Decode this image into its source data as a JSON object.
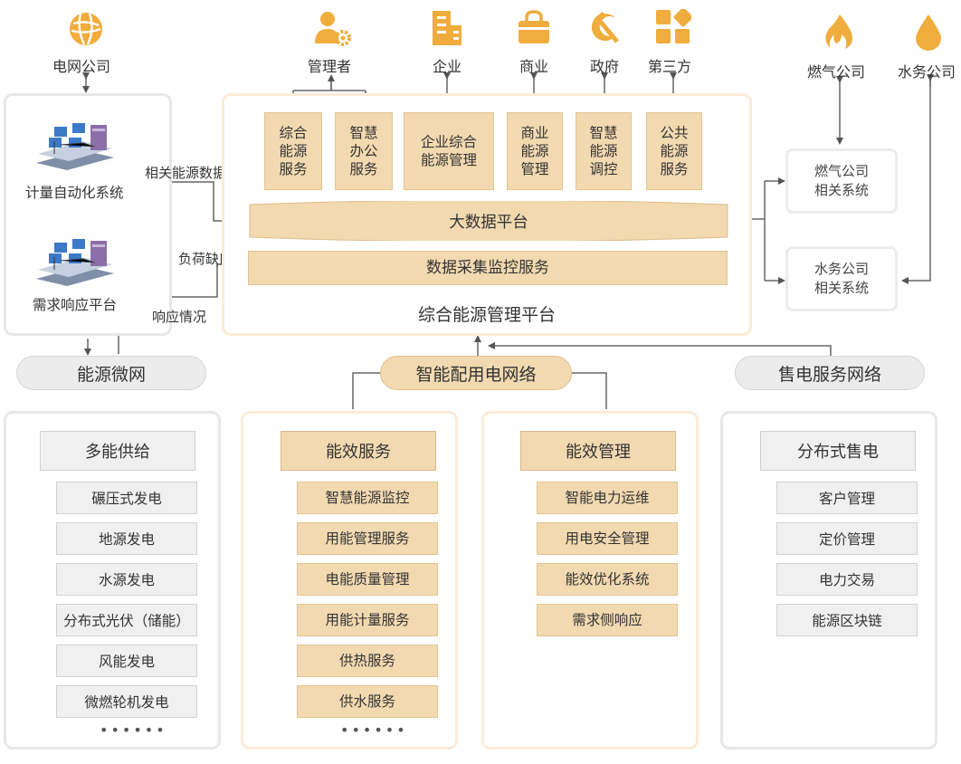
{
  "top_icons": {
    "grid_company": "电网公司",
    "manager": "管理者",
    "enterprise": "企业",
    "commerce": "商业",
    "government": "政府",
    "third_party": "第三方",
    "gas_company": "燃气公司",
    "water_company": "水务公司"
  },
  "left_panel": {
    "metering_system": "计量自动化系统",
    "demand_response": "需求响应平台",
    "related_energy_data": "相关能源数据",
    "load_gap": "负荷缺口",
    "response_status": "响应情况"
  },
  "platform": {
    "services": [
      "综合\n能源\n服务",
      "智慧\n办公\n服务",
      "企业综合\n能源管理",
      "商业\n能源\n管理",
      "智慧\n能源\n调控",
      "公共\n能源\n服务"
    ],
    "big_data": "大数据平台",
    "collection": "数据采集监控服务",
    "title": "综合能源管理平台"
  },
  "right_systems": {
    "gas": "燃气公司\n相关系统",
    "water": "水务公司\n相关系统"
  },
  "networks": {
    "microgrid": "能源微网",
    "smart_distribution": "智能配用电网络",
    "retail": "售电服务网络"
  },
  "columns": [
    {
      "header": "多能供给",
      "items": [
        "碾压式发电",
        "地源发电",
        "水源发电",
        "分布式光伏（储能）",
        "风能发电",
        "微燃轮机发电"
      ],
      "more": "••••••"
    },
    {
      "header": "能效服务",
      "items": [
        "智慧能源监控",
        "用能管理服务",
        "电能质量管理",
        "用能计量服务",
        "供热服务",
        "供水服务"
      ],
      "more": "••••••"
    },
    {
      "header": "能效管理",
      "items": [
        "智能电力运维",
        "用电安全管理",
        "能效优化系统",
        "需求侧响应"
      ]
    },
    {
      "header": "分布式售电",
      "items": [
        "客户管理",
        "定价管理",
        "电力交易",
        "能源区块链"
      ]
    }
  ],
  "colors": {
    "accent": "#f0ac3c",
    "tan": "#f2d9b0",
    "arrow": "#555555"
  }
}
